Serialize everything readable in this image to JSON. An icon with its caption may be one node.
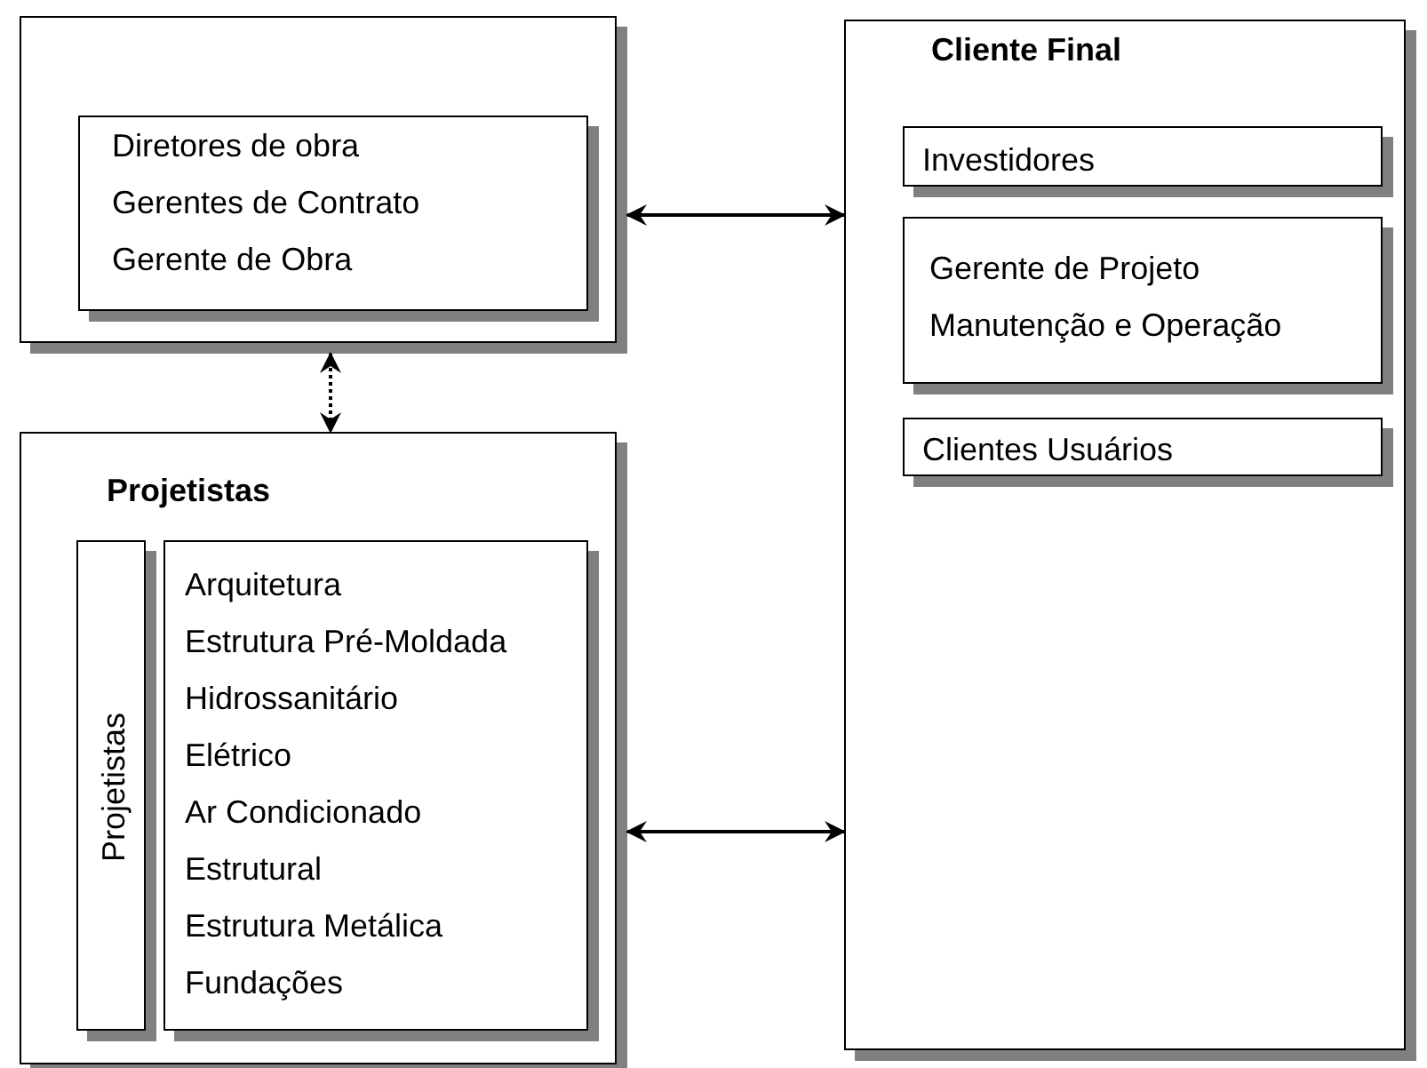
{
  "diagram": {
    "nodes": [
      {
        "text": [],
        "shape": "box"
      },
      {
        "text": [
          "Diretores de obra",
          "Gerentes de Contrato",
          "Gerente de Obra"
        ],
        "in": 0
      },
      {
        "text": [
          "Cliente Final"
        ]
      },
      {
        "text": [
          "Investidores"
        ],
        "in": 2
      },
      {
        "text": [
          "Gerente de Projeto",
          "Manutenção e Operação"
        ],
        "in": 2
      },
      {
        "text": [
          "Clientes Usuários"
        ],
        "in": 2
      },
      {
        "text": [
          "Projetistas"
        ]
      },
      {
        "text": [
          "Projetistas"
        ],
        "in": 6
      },
      {
        "text": [
          "Arquitetura",
          "Estrutura Pré-Moldada",
          "Hidrossanitário",
          "Elétrico",
          "Ar Condicionado",
          "Estrutural",
          "Estrutura Metálica",
          "Fundações"
        ],
        "in": 6
      }
    ],
    "edges": [
      {
        "from": 0,
        "to": 2,
        "arrow": "both"
      },
      {
        "from": 0,
        "to": 6,
        "arrow": "both",
        "style": "dashed"
      },
      {
        "from": 6,
        "to": 2,
        "arrow": "both"
      }
    ]
  }
}
